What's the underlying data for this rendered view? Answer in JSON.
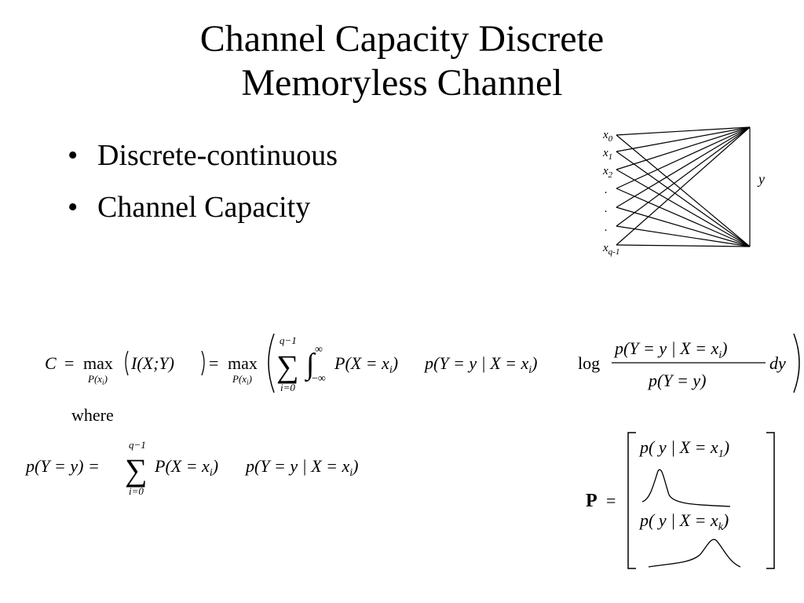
{
  "slide": {
    "title_line1": "Channel Capacity Discrete",
    "title_line2": "Memoryless Channel",
    "bullets": [
      {
        "marker": "•",
        "text": "Discrete-continuous"
      },
      {
        "marker": "•",
        "text": "Channel Capacity"
      }
    ],
    "diagram": {
      "inputs": [
        "x",
        "x",
        "x",
        ".",
        ".",
        ".",
        "x"
      ],
      "input_subscripts": [
        "0",
        "1",
        "2",
        "",
        "",
        "",
        "q-1"
      ],
      "output": "y"
    },
    "equations": {
      "capacity": {
        "C": "C",
        "eq": "=",
        "max": "max",
        "max_sub": "P(x",
        "max_sub_i": "i",
        "max_sub_close": ")",
        "I_expr": "I(X;Y)",
        "sum_top": "q−1",
        "sum_bottom": "i=0",
        "sum": "∑",
        "int": "∫",
        "int_top": "∞",
        "int_bottom": "−∞",
        "P_term": "P(X = x",
        "p_term": "p(Y = y | X = x",
        "sub_i": "i",
        "close": ")",
        "log": "log",
        "frac_num": "p(Y = y | X = x",
        "frac_den": "p(Y = y)",
        "dy": "dy"
      },
      "where": "where",
      "marginal": {
        "lhs": "p(Y = y) =",
        "sum_top": "q−1",
        "sum_bottom": "i=0",
        "sum": "∑",
        "P_term": "P(X = x",
        "p_term": "p(Y = y | X = x",
        "sub_i": "i",
        "close": ")"
      },
      "matrix": {
        "label": "P",
        "eq": "=",
        "row1": "p( y | X = x",
        "row1_sub": "1",
        "rowk": "p( y | X = x",
        "rowk_sub": "k",
        "close": ")"
      }
    }
  }
}
